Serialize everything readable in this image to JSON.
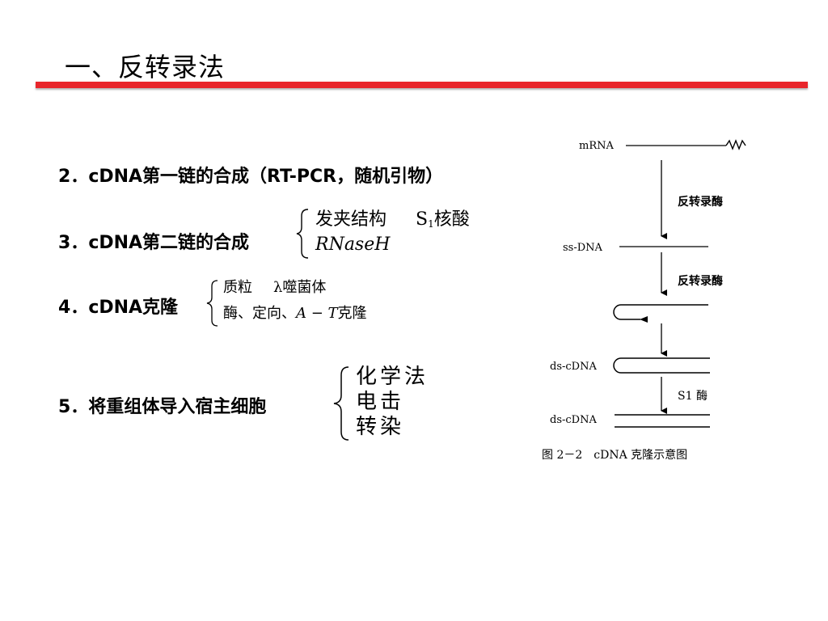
{
  "slide": {
    "title": "一、反转录法"
  },
  "bullets": [
    {
      "num": "2．",
      "text": "cDNA第一链的合成（RT-PCR，随机引物）"
    },
    {
      "num": "3．",
      "text": "cDNA第二链的合成",
      "options": {
        "line1_a": "发夹结构",
        "line1_b": "S",
        "line1_sub": "1",
        "line1_c": "核酸",
        "line2": "RNaseH"
      }
    },
    {
      "num": "4．",
      "text": "cDNA克隆",
      "options": {
        "line1_a": "质粒",
        "line1_b": "λ噬菌体",
        "line2_a": "酶、定向、",
        "line2_b": "A − T",
        "line2_c": "克隆"
      }
    },
    {
      "num": "5．",
      "text": "将重组体导入宿主细胞",
      "options": [
        "化学法",
        "电击",
        "转染"
      ]
    }
  ],
  "figure": {
    "labels": {
      "mrna": "mRNA",
      "ss_dna": "ss-DNA",
      "ds_cdna_1": "ds-cDNA",
      "ds_cdna_2": "ds-cDNA"
    },
    "steps": {
      "rt1": "反转录酶",
      "rt2": "反转录酶",
      "s1": "S1 酶"
    },
    "caption": "图 2－2　cDNA 克隆示意图"
  }
}
